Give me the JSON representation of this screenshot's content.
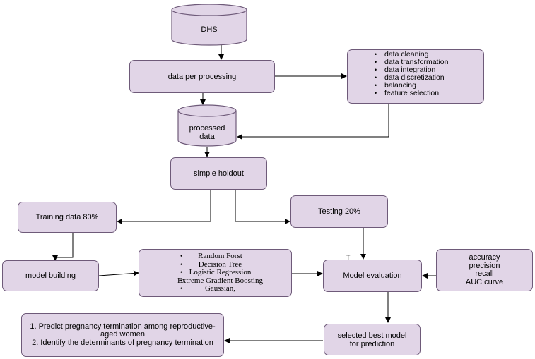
{
  "nodes": {
    "dhs": "DHS",
    "preprocessing": "data per processing",
    "preprocessing_steps": [
      "data cleaning",
      "data transformation",
      "data integration",
      "data discretization",
      "balancing",
      "feature selection"
    ],
    "processed_data_line1": "processed",
    "processed_data_line2": "data",
    "holdout": "simple holdout",
    "training": "Training data 80%",
    "testing": "Testing 20%",
    "model_building": "model building",
    "models": [
      "Random Forst",
      "Decision Tree",
      "Logistic Regression",
      "Extreme Gradient Boosting",
      "Gaussian,"
    ],
    "evaluation": "Model evaluation",
    "metrics": [
      "accuracy",
      "precision",
      "recall",
      "AUC curve"
    ],
    "best_model_line1": "selected best model",
    "best_model_line2": "for prediction",
    "outcomes": [
      "1.  Predict pregnancy termination among reproductive-aged women",
      "2. Identify the determinants of  pregnancy termination"
    ],
    "stray_mark": "T"
  },
  "colors": {
    "fill": "#e1d5e7",
    "stroke": "#6e5a79",
    "line": "#000000"
  }
}
